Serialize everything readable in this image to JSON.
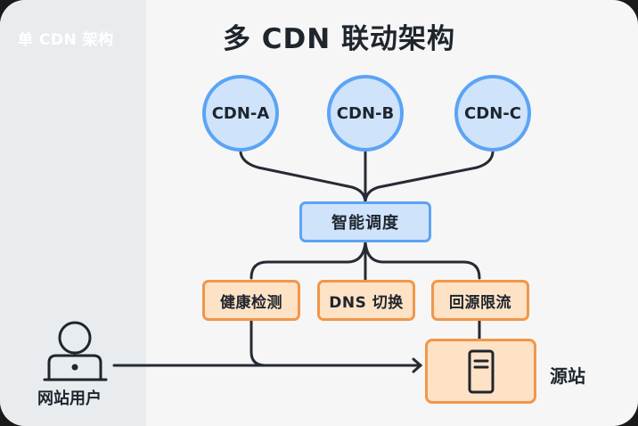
{
  "left_panel": {
    "title": "单 CDN 架构"
  },
  "main_title": "多 CDN 联动架构",
  "cdn_nodes": [
    {
      "label": "CDN-A"
    },
    {
      "label": "CDN-B"
    },
    {
      "label": "CDN-C"
    }
  ],
  "scheduler": {
    "label": "智能调度"
  },
  "functions": [
    {
      "label": "健康检测"
    },
    {
      "label": "DNS 切换"
    },
    {
      "label": "回源限流"
    }
  ],
  "origin": {
    "label": "源站",
    "icon": "server-icon"
  },
  "user": {
    "label": "网站用户",
    "icon": "user-laptop-icon"
  },
  "colors": {
    "cdn_fill": "#cfe3fb",
    "cdn_border": "#5ba4f5",
    "func_fill": "#fde2c6",
    "func_border": "#f1964a",
    "line": "#262b33",
    "text": "#1f252d"
  }
}
